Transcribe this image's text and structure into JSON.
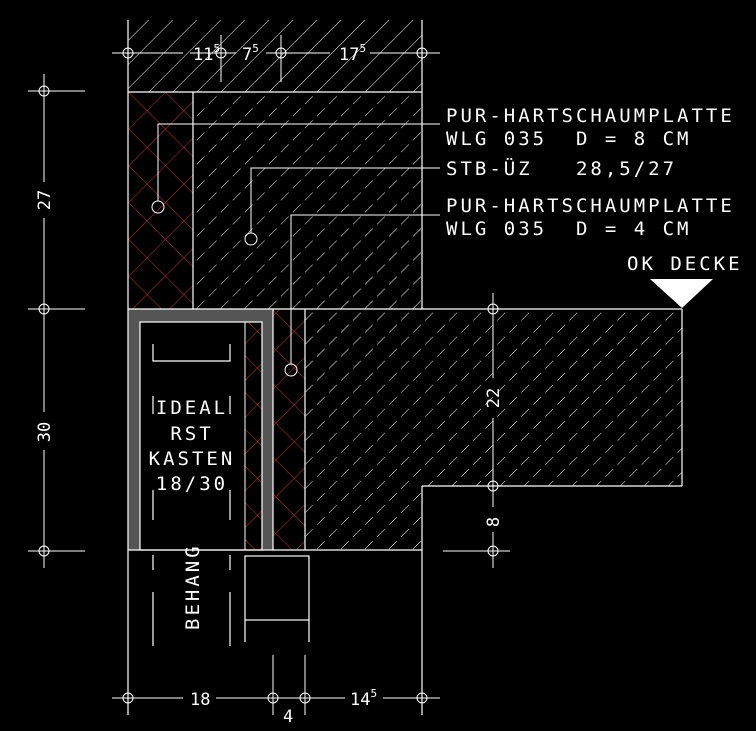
{
  "labels": {
    "insulation_8_line1": "PUR-HARTSCHAUMPLATTE",
    "insulation_8_line2": "WLG 035  D = 8 CM",
    "lintel": "STB-ÜZ   28,5/27",
    "insulation_4_line1": "PUR-HARTSCHAUMPLATTE",
    "insulation_4_line2": "WLG 035  D = 4 CM",
    "level_marker": "OK DECKE",
    "box_line1": "IDEAL",
    "box_line2": "RST",
    "box_line3": "KASTEN",
    "box_line4": "18/30",
    "curtain": "BEHANG"
  },
  "dimensions": {
    "top": [
      {
        "main": "11",
        "sup": "5"
      },
      {
        "main": "7",
        "sup": "5"
      },
      {
        "main": "17",
        "sup": "5"
      }
    ],
    "left": [
      "27",
      "30"
    ],
    "right": [
      "22",
      "8"
    ],
    "bottom": [
      {
        "main": "18",
        "sup": ""
      },
      {
        "main": "4",
        "sup": ""
      },
      {
        "main": "14",
        "sup": "5"
      }
    ]
  },
  "colors": {
    "background": "#000000",
    "lines": "#ffffff",
    "insulation_hatch": "#c0303a",
    "box_frame": "#555555"
  }
}
